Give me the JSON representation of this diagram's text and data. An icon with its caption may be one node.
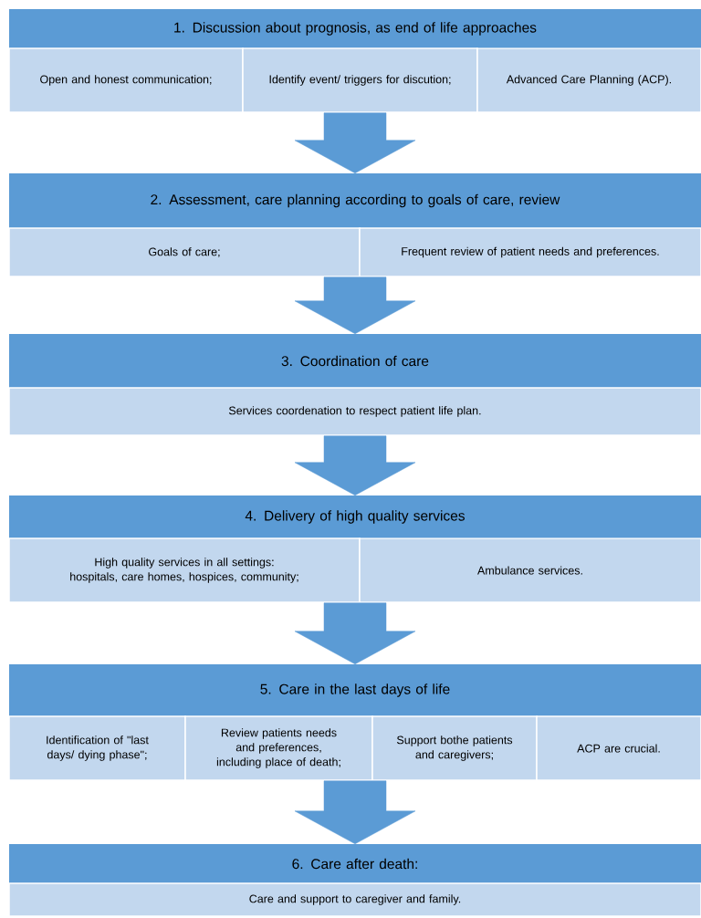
{
  "diagram": {
    "nodes": [
      {
        "text": [
          "1. Discussion about prognosis, as end of life approaches"
        ]
      },
      {
        "text": [
          "Open and honest communication;"
        ]
      },
      {
        "text": [
          "Identify event/ triggers for discution;"
        ]
      },
      {
        "text": [
          "Advanced Care Planning (ACP)."
        ]
      },
      {
        "text": [
          "2. Assessment, care planning according to goals of care, review"
        ]
      },
      {
        "text": [
          "Goals of care;"
        ]
      },
      {
        "text": [
          "Frequent review of patient needs and preferences."
        ]
      },
      {
        "text": [
          "3. Coordination of care"
        ]
      },
      {
        "text": [
          "Services coordenation to respect patient life plan."
        ]
      },
      {
        "text": [
          "4. Delivery of high quality services"
        ]
      },
      {
        "text": [
          "High quality services in all settings: hospitals, care homes, hospices, community;"
        ]
      },
      {
        "text": [
          "Ambulance services."
        ]
      },
      {
        "text": [
          "5. Care in the last days of life"
        ]
      },
      {
        "text": [
          "Identification of \"last days/ dying phase\";"
        ]
      },
      {
        "text": [
          "Review patients needs and preferences, including place of death;"
        ]
      },
      {
        "text": [
          "Support bothe patients and caregivers;"
        ]
      },
      {
        "text": [
          "ACP are crucial."
        ]
      },
      {
        "text": [
          "6. Care after death:"
        ]
      },
      {
        "text": [
          "Care and support to caregiver and family."
        ]
      }
    ],
    "edges": [
      {
        "from": 2,
        "to": 4,
        "arrow": "to"
      },
      {
        "from": 5,
        "to": 7,
        "arrow": "to"
      },
      {
        "from": 8,
        "to": 9,
        "arrow": "to"
      },
      {
        "from": 10,
        "to": 12,
        "arrow": "to"
      },
      {
        "from": 14,
        "to": 17,
        "arrow": "to"
      }
    ]
  }
}
